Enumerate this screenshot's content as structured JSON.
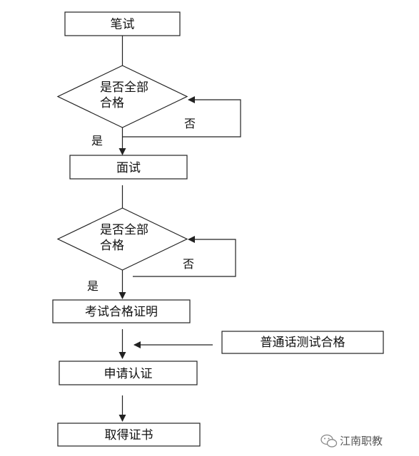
{
  "nodes": {
    "written_exam": "笔试",
    "decision_1_line1": "是否全部",
    "decision_1_line2": "合格",
    "interview": "面试",
    "decision_2_line1": "是否全部",
    "decision_2_line2": "合格",
    "exam_certificate": "考试合格证明",
    "mandarin_test": "普通话测试合格",
    "apply_certification": "申请认证",
    "obtain_certificate": "取得证书"
  },
  "edge_labels": {
    "yes_1": "是",
    "no_1": "否",
    "yes_2": "是",
    "no_2": "否"
  },
  "watermark": {
    "icon": "wechat-icon",
    "text": "江南职教"
  }
}
